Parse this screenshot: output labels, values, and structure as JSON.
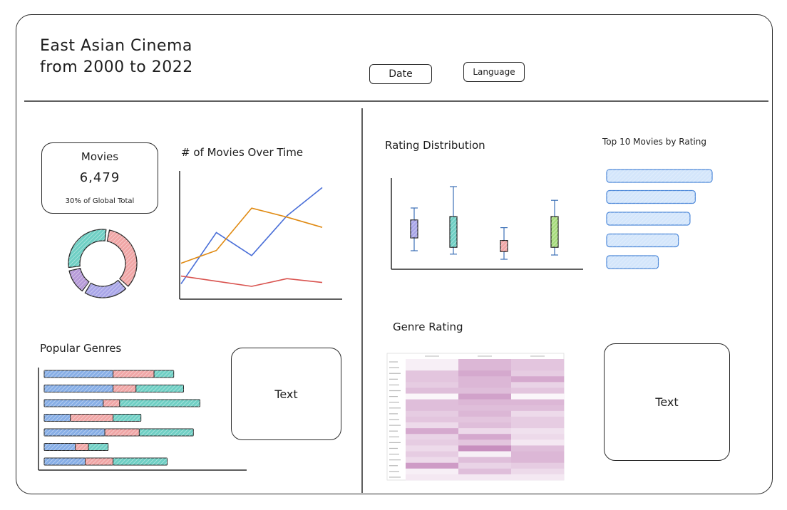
{
  "header": {
    "title_line1": "East Asian Cinema",
    "title_line2": "from 2000 to 2022",
    "filters": [
      {
        "label": "Date"
      },
      {
        "label": "Language"
      }
    ]
  },
  "kpi": {
    "label": "Movies",
    "value": "6,479",
    "sub": "30% of Global Total"
  },
  "sections": {
    "movies_over_time": "# of Movies Over Time",
    "popular_genres": "Popular Genres",
    "rating_distribution": "Rating Distribution",
    "top10": "Top 10 Movies by Rating",
    "genre_rating": "Genre Rating"
  },
  "textboxes": [
    "Text",
    "Text"
  ],
  "colors": {
    "blue": "#4a6fd8",
    "orange": "#e08a12",
    "red": "#d9534f",
    "teal": "#6fcfc4",
    "pink": "#f0a6a6",
    "purple": "#b69ad8",
    "lavender": "#a9a6e8",
    "green": "#a8dc7e",
    "sky": "#d4e6fb",
    "mauve": "#c88fbf"
  },
  "chart_data": [
    {
      "type": "pie",
      "values": [
        35,
        22,
        13,
        30
      ],
      "colors": [
        "#f0a6a6",
        "#a9a6e8",
        "#b69ad8",
        "#6fcfc4"
      ]
    },
    {
      "type": "line",
      "title": "# of Movies Over Time",
      "x": [
        0,
        1,
        2,
        3,
        4
      ],
      "ylim": [
        0,
        10
      ],
      "series": [
        {
          "color": "#4a6fd8",
          "values": [
            1.2,
            5.2,
            3.4,
            6.5,
            8.7
          ]
        },
        {
          "color": "#e08a12",
          "values": [
            2.8,
            3.8,
            7.1,
            6.4,
            5.6
          ]
        },
        {
          "color": "#d9534f",
          "values": [
            1.8,
            1.4,
            1.0,
            1.6,
            1.3
          ]
        }
      ]
    },
    {
      "type": "bar",
      "title": "Popular Genres",
      "stacked": true,
      "orientation": "horizontal",
      "xlim": [
        0,
        100
      ],
      "series": [
        {
          "color": "#87aee6",
          "values": [
            42,
            42,
            36,
            16,
            37,
            19,
            25
          ]
        },
        {
          "color": "#f0a6a6",
          "values": [
            25,
            14,
            10,
            26,
            21,
            8,
            17
          ]
        },
        {
          "color": "#6fcfc4",
          "values": [
            12,
            29,
            49,
            17,
            33,
            12,
            33
          ]
        }
      ]
    },
    {
      "type": "boxplot",
      "title": "Rating Distribution",
      "ylim": [
        0,
        10
      ],
      "boxes": [
        {
          "min": 1.5,
          "q1": 3.0,
          "q3": 5.1,
          "max": 6.5,
          "color": "#a9a6e8"
        },
        {
          "min": 1.1,
          "q1": 1.9,
          "q3": 5.5,
          "max": 9.0,
          "color": "#6fcfc4"
        },
        {
          "min": 0.5,
          "q1": 1.4,
          "q3": 2.7,
          "max": 4.2,
          "color": "#f0a6a6"
        },
        {
          "min": 1.0,
          "q1": 1.9,
          "q3": 5.5,
          "max": 7.4,
          "color": "#a8dc7e"
        }
      ]
    },
    {
      "type": "bar",
      "title": "Top 10 Movies by Rating",
      "orientation": "horizontal",
      "xlim": [
        0,
        100
      ],
      "values": [
        100,
        84,
        79,
        68,
        49
      ],
      "color": "#d4e6fb"
    },
    {
      "type": "heatmap",
      "title": "Genre Rating",
      "rows": 21,
      "cols": 3,
      "values": [
        [
          0.05,
          0.45,
          0.35
        ],
        [
          0.05,
          0.45,
          0.35
        ],
        [
          0.35,
          0.55,
          0.3
        ],
        [
          0.35,
          0.45,
          0.55
        ],
        [
          0.3,
          0.45,
          0.25
        ],
        [
          0.4,
          0.4,
          0.35
        ],
        [
          0.0,
          0.6,
          0.0
        ],
        [
          0.4,
          0.45,
          0.45
        ],
        [
          0.4,
          0.4,
          0.4
        ],
        [
          0.3,
          0.45,
          0.2
        ],
        [
          0.35,
          0.35,
          0.3
        ],
        [
          0.2,
          0.4,
          0.3
        ],
        [
          0.55,
          0.2,
          0.15
        ],
        [
          0.25,
          0.55,
          0.2
        ],
        [
          0.3,
          0.35,
          0.1
        ],
        [
          0.2,
          0.75,
          0.4
        ],
        [
          0.3,
          0.05,
          0.45
        ],
        [
          0.2,
          0.4,
          0.45
        ],
        [
          0.65,
          0.25,
          0.3
        ],
        [
          0.05,
          0.4,
          0.2
        ],
        [
          0.1,
          0.1,
          0.1
        ]
      ]
    }
  ]
}
